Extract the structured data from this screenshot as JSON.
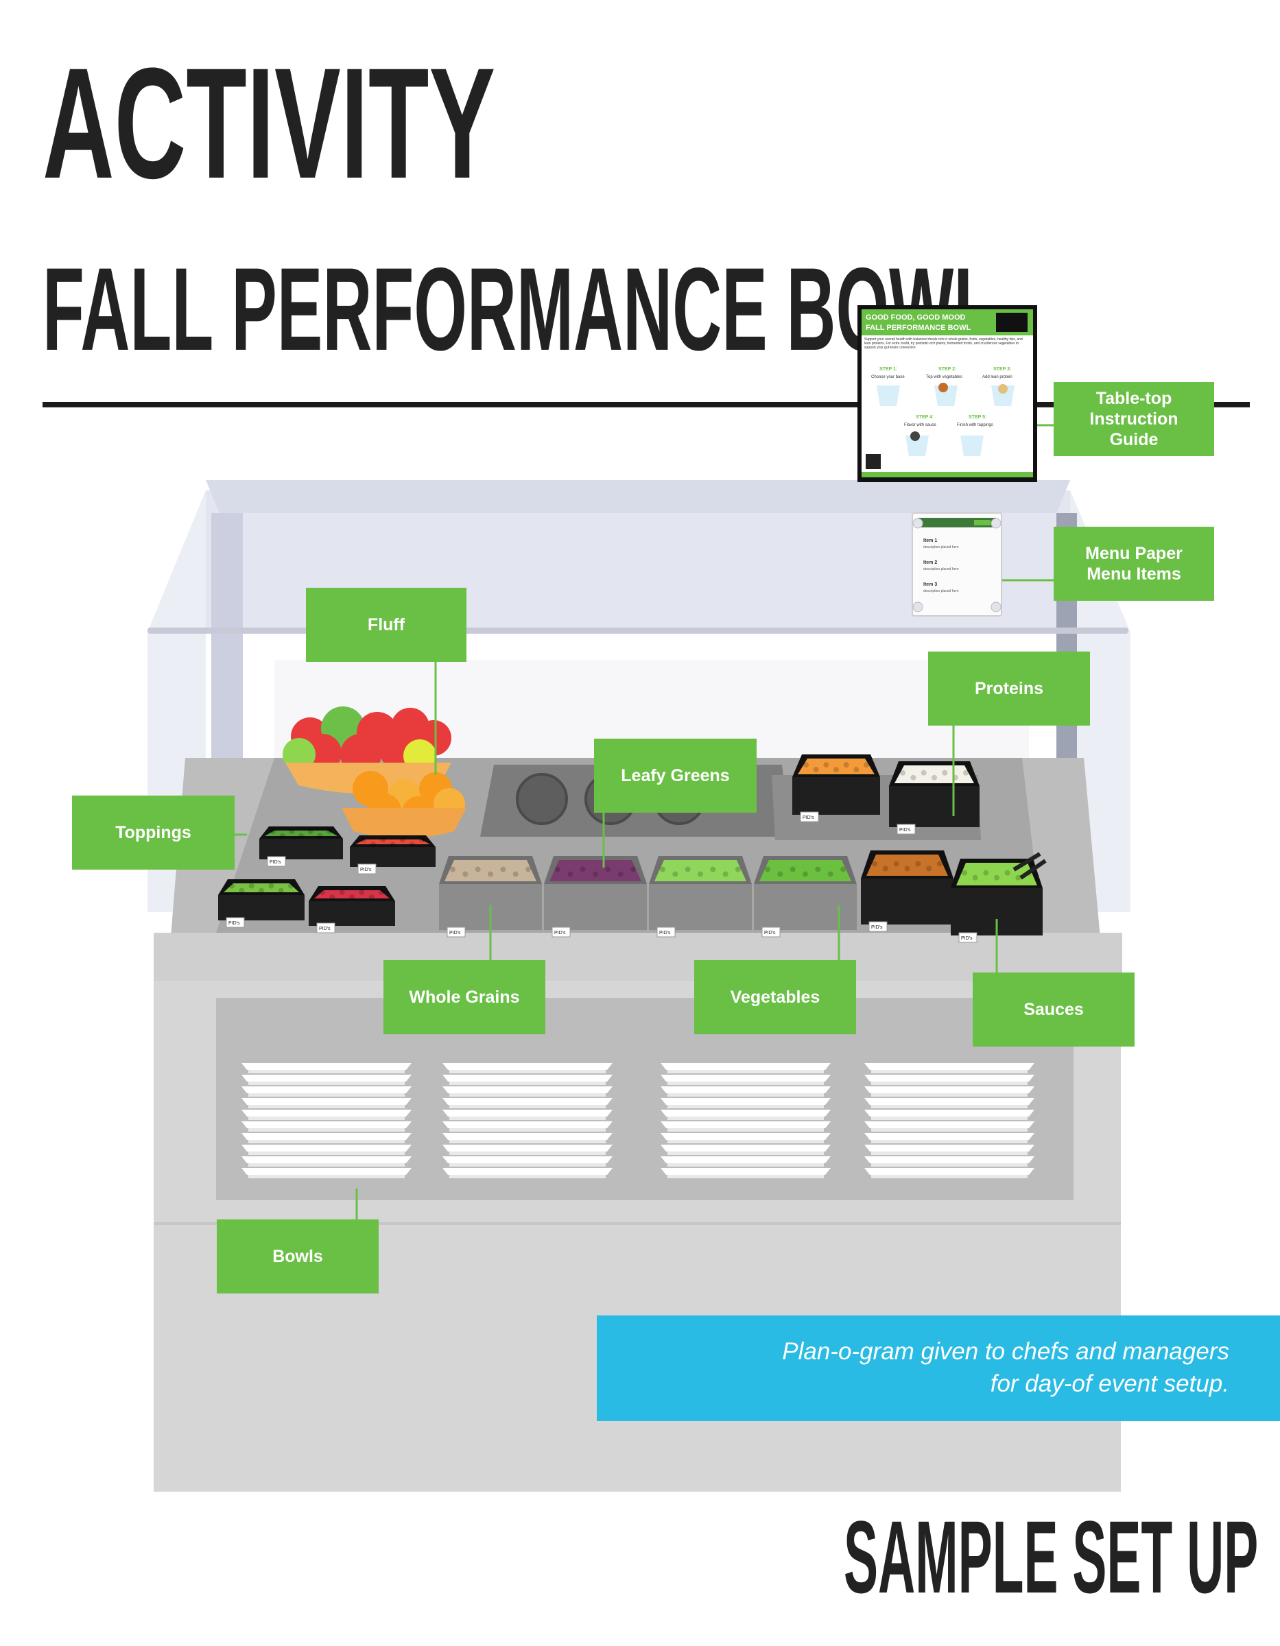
{
  "titles": {
    "line1": "ACTIVITY",
    "line2": "FALL PERFORMANCE BOWL",
    "footer": "SAMPLE SET UP"
  },
  "labels": {
    "table_top_guide": "Table-top\nInstruction\nGuide",
    "menu_paper": "Menu Paper\nMenu Items",
    "fluff": "Fluff",
    "proteins": "Proteins",
    "leafy_greens": "Leafy Greens",
    "toppings": "Toppings",
    "whole_grains": "Whole Grains",
    "vegetables": "Vegetables",
    "sauces": "Sauces",
    "bowls": "Bowls"
  },
  "note": {
    "line1": "Plan-o-gram given to chefs and managers",
    "line2": "for day-of event setup."
  },
  "guide_card": {
    "heading1": "GOOD FOOD, GOOD MOOD",
    "heading2": "FALL PERFORMANCE BOWL",
    "body": "Support your overall health with balanced meals rich in whole grains, fruits, vegetables, healthy fats, and lean proteins. For extra credit, try prebiotic-rich plants, fermented foods, and cruciferous vegetables to support your gut-brain connection.",
    "steps": [
      {
        "label": "STEP 1:",
        "text": "Choose your base"
      },
      {
        "label": "STEP 2:",
        "text": "Top with vegetables"
      },
      {
        "label": "STEP 3:",
        "text": "Add lean protein"
      },
      {
        "label": "STEP 4:",
        "text": "Flavor with sauce"
      },
      {
        "label": "STEP 5:",
        "text": "Finish with toppings"
      }
    ]
  },
  "menu_card": {
    "items": [
      {
        "name": "Item 1",
        "desc": "description placed here"
      },
      {
        "name": "Item 2",
        "desc": "description placed here"
      },
      {
        "name": "Item 3",
        "desc": "description placed here"
      }
    ]
  },
  "pan_tag": "PID's",
  "colors": {
    "label_green": "#6abf45",
    "note_blue": "#29bbe3",
    "title_ink": "#222222",
    "counter_gray": "#d6d6d6"
  }
}
